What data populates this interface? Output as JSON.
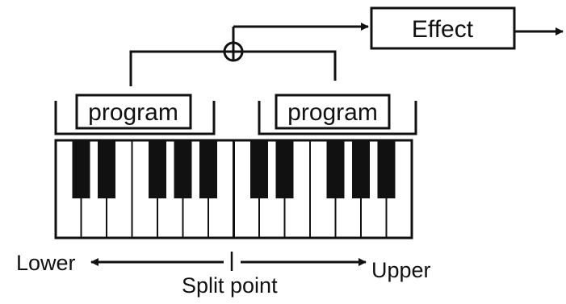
{
  "effect": {
    "label": "Effect"
  },
  "lower_program": {
    "label": "program"
  },
  "upper_program": {
    "label": "program"
  },
  "direction_labels": {
    "lower": "Lower",
    "upper": "Upper",
    "split_point": "Split point"
  },
  "keyboard": {
    "white_keys": 14,
    "black_key_groups": [
      2,
      3,
      2,
      3
    ],
    "split_after_white_key": 7
  }
}
